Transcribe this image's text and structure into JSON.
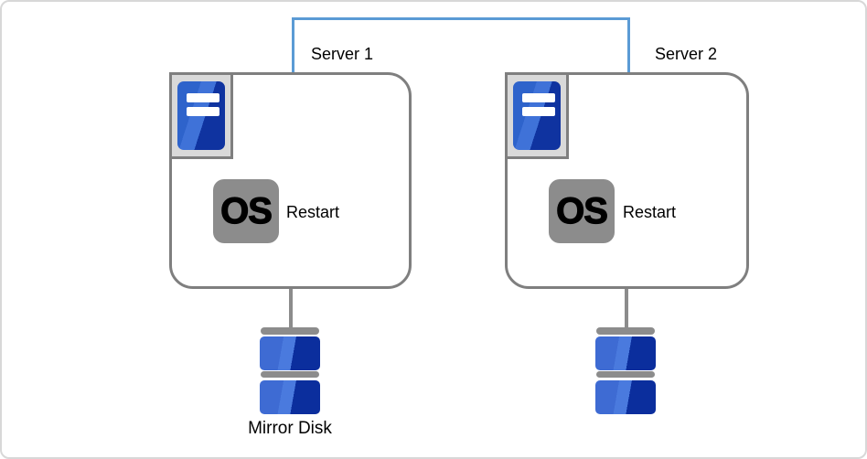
{
  "diagram": {
    "kind": "two-node-cluster-with-mirror-disk",
    "servers": [
      {
        "label": "Server 1",
        "os_badge": "OS",
        "os_action": "Restart",
        "disk_label": "Mirror Disk"
      },
      {
        "label": "Server 2",
        "os_badge": "OS",
        "os_action": "Restart",
        "disk_label": ""
      }
    ],
    "colors": {
      "interconnect": "#5b9bd5",
      "box_border": "#7f7f7f",
      "chip_gray": "#8c8c8c",
      "icon_plate": "#d9d9d9",
      "server_blue_light": "#2e63cb",
      "server_blue_highlight": "#3f72d8",
      "server_blue_dark": "#0f33a0",
      "disk_blue_light": "#3e6bd3",
      "disk_blue_highlight": "#4a7ade",
      "disk_blue_dark": "#0b2e9d",
      "canvas_border": "#d8d8d8",
      "text": "#000000"
    }
  }
}
